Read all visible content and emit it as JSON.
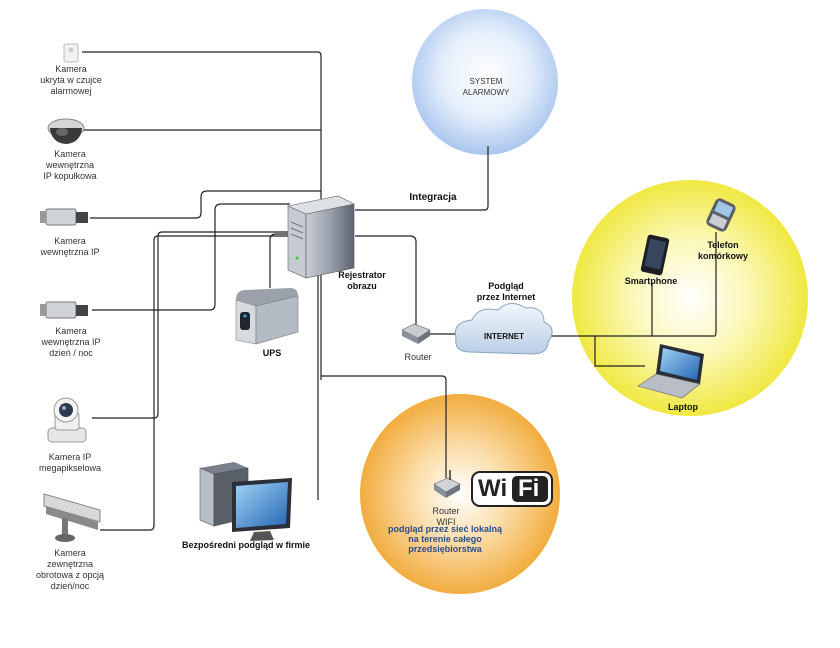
{
  "cameras": {
    "hidden": "Kamera\nukryta w czujce\nalarmowej",
    "dome": "Kamera\nwewnętrzna\nIP kopułkowa",
    "indoor_ip": "Kamera\nwewnętrzna  IP",
    "day_night": "Kamera\nwewnętrzna IP\ndzień / noc",
    "megapixel": "Kamera  IP\nmegapikselowa",
    "outdoor": "Kamera\nzewnętrzna\nobrotowa z opcją\ndzień/noc"
  },
  "ups": "UPS",
  "recorder": "Rejestrator\nobrazu",
  "direct_view": "Bezpośredni podgląd w firmie",
  "alarm_system": "SYSTEM\nALARMOWY",
  "integration": "Integracja",
  "internet_view": "Podgląd\nprzez Internet",
  "internet": "INTERNET",
  "router": "Router",
  "mobile": {
    "smartphone": "Smartphone",
    "phone": "Telefon\nkomórkowy",
    "laptop": "Laptop"
  },
  "wifi": {
    "logo_wi": "Wi",
    "logo_fi": "Fi",
    "router": "Router\nWIFI",
    "description": "podgląd przez sieć lokalną\nna terenie całego\nprzedsiębiorstwa"
  },
  "colors": {
    "alarm_circle": "#aac8f0",
    "mobile_circle": "#f0e830",
    "wifi_circle": "#f0a020",
    "lines": "#222222"
  },
  "icons": [
    "hidden-camera-icon",
    "dome-camera-icon",
    "box-camera-icon",
    "box-camera-daynight-icon",
    "ptz-camera-icon",
    "outdoor-camera-icon",
    "server-icon",
    "ups-icon",
    "desktop-pc-icon",
    "router-icon",
    "cloud-icon",
    "smartphone-icon",
    "mobile-phone-icon",
    "laptop-icon",
    "wifi-router-icon",
    "wifi-logo-icon"
  ]
}
